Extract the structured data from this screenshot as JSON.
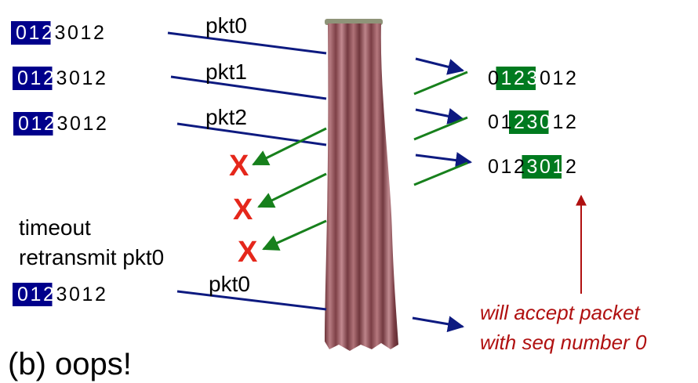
{
  "sender_rows": [
    {
      "digits": [
        "0",
        "1",
        "2",
        "3",
        "0",
        "1",
        "2"
      ],
      "window_size": 3
    },
    {
      "digits": [
        "0",
        "1",
        "2",
        "3",
        "0",
        "1",
        "2"
      ],
      "window_size": 3
    },
    {
      "digits": [
        "0",
        "1",
        "2",
        "3",
        "0",
        "1",
        "2"
      ],
      "window_size": 3
    },
    {
      "digits": [
        "0",
        "1",
        "2",
        "3",
        "0",
        "1",
        "2"
      ],
      "window_size": 3
    }
  ],
  "receiver_rows": [
    {
      "digits": [
        "0",
        "1",
        "2",
        "3",
        "0",
        "1",
        "2"
      ],
      "window_start": 1,
      "window_size": 3
    },
    {
      "digits": [
        "0",
        "1",
        "2",
        "3",
        "0",
        "1",
        "2"
      ],
      "window_start": 2,
      "window_size": 3
    },
    {
      "digits": [
        "0",
        "1",
        "2",
        "3",
        "0",
        "1",
        "2"
      ],
      "window_start": 3,
      "window_size": 3
    }
  ],
  "packet_labels": [
    "pkt0",
    "pkt1",
    "pkt2",
    "pkt0"
  ],
  "loss_marker": "X",
  "timeout_label": "timeout",
  "retransmit_label": "retransmit pkt0",
  "annotation": [
    "will accept packet",
    "with seq number 0"
  ],
  "caption": "(b) oops!",
  "colors": {
    "sender_window": "#00008b",
    "receiver_window": "#007a1f",
    "data_arrow": "#0d1a80",
    "ack_arrow": "#17801c",
    "loss": "#e5271b",
    "annotation": "#b01010",
    "curtain": "#8e4d55"
  }
}
